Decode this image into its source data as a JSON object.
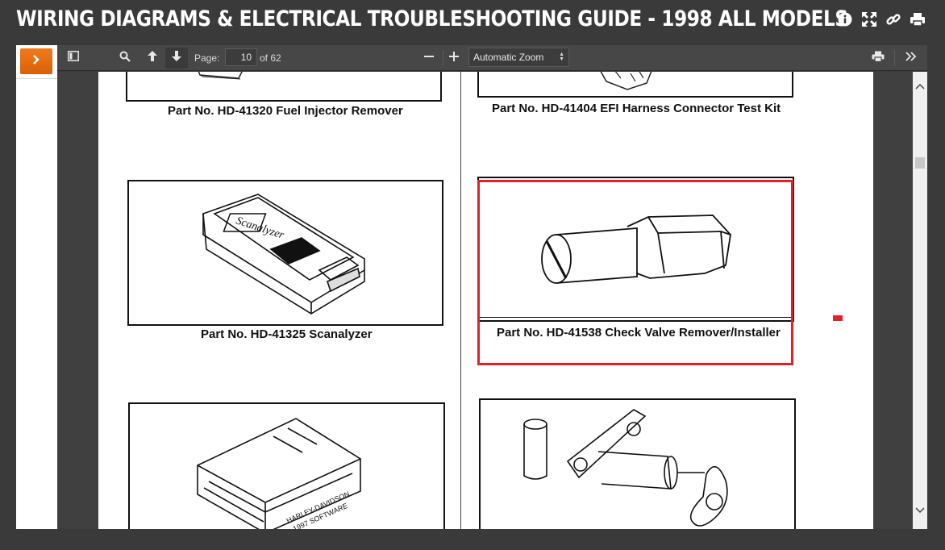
{
  "header": {
    "title": "WIRING DIAGRAMS & ELECTRICAL TROUBLESHOOTING GUIDE - 1998 ALL MODELS",
    "icons": [
      "info-icon",
      "fullscreen-icon",
      "link-icon",
      "print-icon"
    ]
  },
  "toolbar": {
    "page_label": "Page:",
    "page_value": "10",
    "page_count": "of 62",
    "zoom_value": "Automatic Zoom",
    "icons": [
      "sidebar-toggle-icon",
      "search-icon",
      "previous-page-icon",
      "next-page-icon",
      "zoom-out-icon",
      "zoom-in-icon",
      "print-icon",
      "tools-icon"
    ]
  },
  "document": {
    "parts": [
      {
        "label": "Part No. HD-41320 Fuel Injector Remover"
      },
      {
        "label": "Part No. HD-41404 EFI Harness Connector Test Kit"
      },
      {
        "label": "Part No. HD-41325 Scanalyzer"
      },
      {
        "label": "Part No. HD-41538 Check Valve Remover/Installer"
      }
    ],
    "scanalyzer_brand": "Scanalyzer",
    "ecm_brand": "HARLEY-DAVIDSON",
    "ecm_text": "1997 SOFTWARE"
  },
  "colors": {
    "highlight": "#e0202a",
    "accent": "#e8731a",
    "background": "#3a3a3a"
  }
}
